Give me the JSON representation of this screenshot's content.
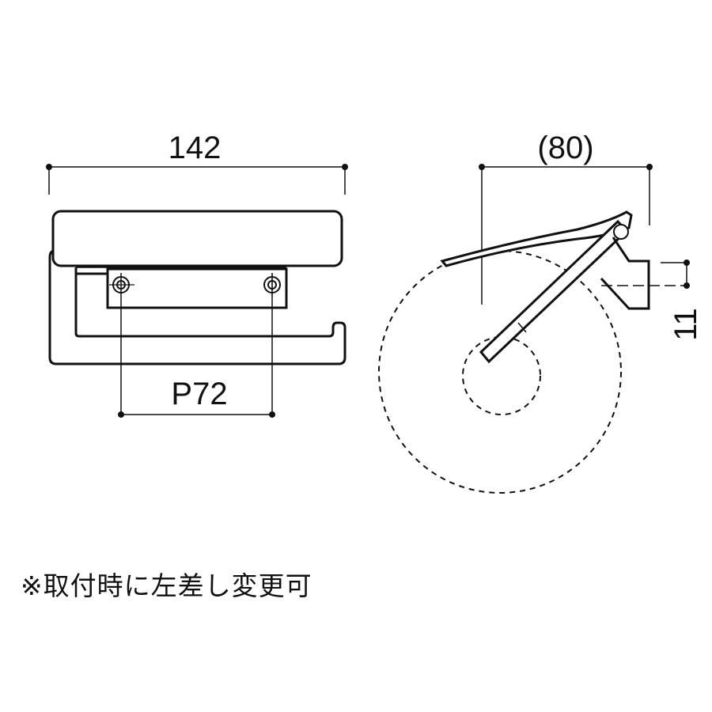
{
  "front_view": {
    "width_label": "142",
    "pitch_label": "P72"
  },
  "side_view": {
    "depth_label": "(80)",
    "offset_label": "11"
  },
  "note": "※取付時に左差し変更可",
  "colors": {
    "line": "#111111",
    "background": "#ffffff"
  }
}
